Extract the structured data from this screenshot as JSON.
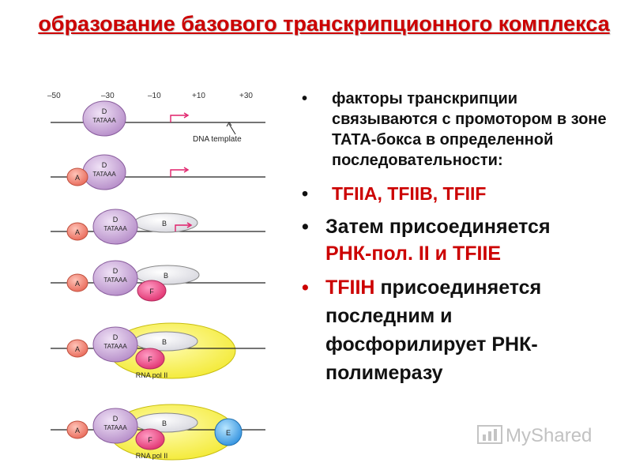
{
  "title": "образование базового транскрипционного комплекса",
  "diagram": {
    "ruler": [
      "–50",
      "–30",
      "–10",
      "+10",
      "+30"
    ],
    "dna_label": "DNA template",
    "labels": {
      "D": "D",
      "tataa": "TATAAA",
      "A": "A",
      "B": "B",
      "F": "F",
      "E": "E",
      "rna_pol": "RNA pol II"
    }
  },
  "bullets": {
    "b1": "факторы транскрипции связываются с промотором в зоне ТАТА-бокса в определенной последовательности:",
    "b2": "TFIIA, TFIIB, TFIIF",
    "b3_plain": "Затем присоединяется",
    "b3_red": "РНК-пол. II и TFIIE",
    "b4_red": "TFIIH",
    "b4_plain": " присоединяется последним и фосфорилирует РНК-полимеразу"
  },
  "watermark": "MyShared",
  "colors": {
    "title": "#cc0000",
    "tfiid": "#c9a3d8",
    "tfiia": "#f08878",
    "tfiib": "#e8e8ee",
    "tfiif": "#ee4488",
    "rna_pol": "#f7f037",
    "tfiie": "#4aa8e8",
    "arrow": "#e0206a"
  }
}
